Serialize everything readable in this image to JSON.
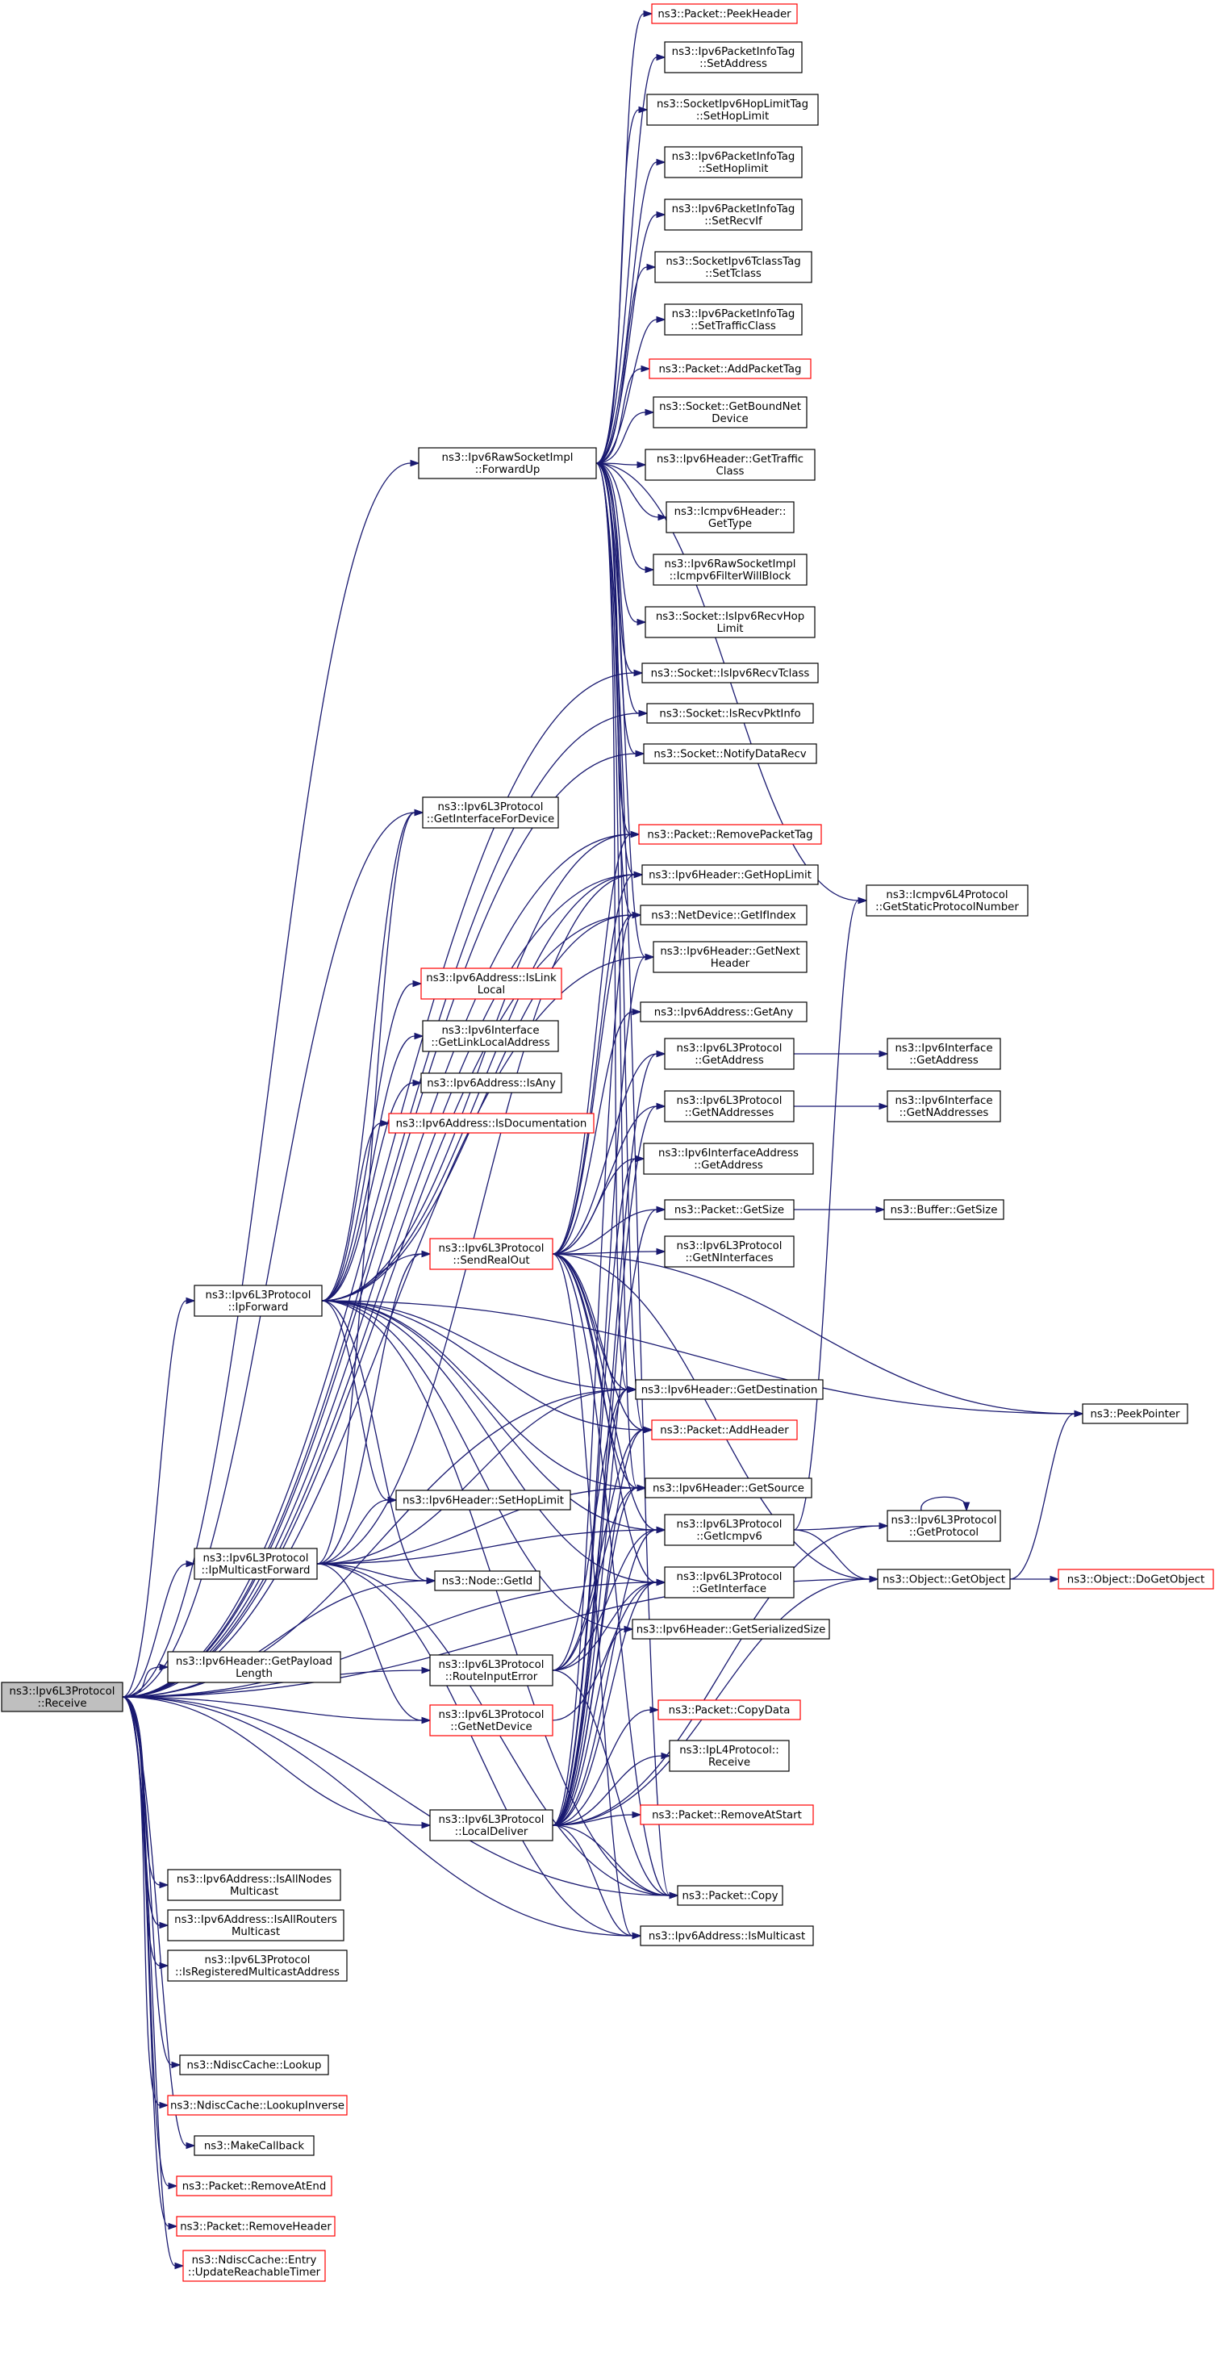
{
  "colors": {
    "edge": "#191970",
    "external_border": "#ff0000",
    "normal_border": "#000000",
    "root_fill": "#bfbfbf"
  },
  "nodes": [
    {
      "id": "receive",
      "lines": [
        "ns3::Ipv6L3Protocol",
        "::Receive"
      ],
      "style": "root"
    },
    {
      "id": "forwardup",
      "lines": [
        "ns3::Ipv6RawSocketImpl",
        "::ForwardUp"
      ],
      "style": "normal"
    },
    {
      "id": "ipforward",
      "lines": [
        "ns3::Ipv6L3Protocol",
        "::IpForward"
      ],
      "style": "normal"
    },
    {
      "id": "ipmcast",
      "lines": [
        "ns3::Ipv6L3Protocol",
        "::IpMulticastForward"
      ],
      "style": "normal"
    },
    {
      "id": "getpayload",
      "lines": [
        "ns3::Ipv6Header::GetPayload",
        "Length"
      ],
      "style": "normal"
    },
    {
      "id": "localdeliver",
      "lines": [
        "ns3::Ipv6L3Protocol",
        "::LocalDeliver"
      ],
      "style": "normal"
    },
    {
      "id": "allnodes",
      "lines": [
        "ns3::Ipv6Address::IsAllNodes",
        "Multicast"
      ],
      "style": "normal"
    },
    {
      "id": "allrouters",
      "lines": [
        "ns3::Ipv6Address::IsAllRouters",
        "Multicast"
      ],
      "style": "normal"
    },
    {
      "id": "regmcast",
      "lines": [
        "ns3::Ipv6L3Protocol",
        "::IsRegisteredMulticastAddress"
      ],
      "style": "normal"
    },
    {
      "id": "lookup",
      "lines": [
        "ns3::NdiscCache::Lookup"
      ],
      "style": "normal"
    },
    {
      "id": "lookupinv",
      "lines": [
        "ns3::NdiscCache::LookupInverse"
      ],
      "style": "red"
    },
    {
      "id": "makecb",
      "lines": [
        "ns3::MakeCallback"
      ],
      "style": "normal"
    },
    {
      "id": "removeatend",
      "lines": [
        "ns3::Packet::RemoveAtEnd"
      ],
      "style": "red"
    },
    {
      "id": "removeheader",
      "lines": [
        "ns3::Packet::RemoveHeader"
      ],
      "style": "red"
    },
    {
      "id": "updreach",
      "lines": [
        "ns3::NdiscCache::Entry",
        "::UpdateReachableTimer"
      ],
      "style": "red"
    },
    {
      "id": "getifacefordev",
      "lines": [
        "ns3::Ipv6L3Protocol",
        "::GetInterfaceForDevice"
      ],
      "style": "normal"
    },
    {
      "id": "islinklocal",
      "lines": [
        "ns3::Ipv6Address::IsLink",
        "Local"
      ],
      "style": "red"
    },
    {
      "id": "getlinklocal",
      "lines": [
        "ns3::Ipv6Interface",
        "::GetLinkLocalAddress"
      ],
      "style": "normal"
    },
    {
      "id": "isany",
      "lines": [
        "ns3::Ipv6Address::IsAny"
      ],
      "style": "normal"
    },
    {
      "id": "isdoc",
      "lines": [
        "ns3::Ipv6Address::IsDocumentation"
      ],
      "style": "red"
    },
    {
      "id": "sendrealout",
      "lines": [
        "ns3::Ipv6L3Protocol",
        "::SendRealOut"
      ],
      "style": "red"
    },
    {
      "id": "sethoplimit",
      "lines": [
        "ns3::Ipv6Header::SetHopLimit"
      ],
      "style": "normal"
    },
    {
      "id": "nodegetid",
      "lines": [
        "ns3::Node::GetId"
      ],
      "style": "normal"
    },
    {
      "id": "routeinerr",
      "lines": [
        "ns3::Ipv6L3Protocol",
        "::RouteInputError"
      ],
      "style": "normal"
    },
    {
      "id": "getnetdev",
      "lines": [
        "ns3::Ipv6L3Protocol",
        "::GetNetDevice"
      ],
      "style": "red"
    },
    {
      "id": "peekheader",
      "lines": [
        "ns3::Packet::PeekHeader"
      ],
      "style": "red"
    },
    {
      "id": "pit_setaddr",
      "lines": [
        "ns3::Ipv6PacketInfoTag",
        "::SetAddress"
      ],
      "style": "normal"
    },
    {
      "id": "hoplimittag",
      "lines": [
        "ns3::SocketIpv6HopLimitTag",
        "::SetHopLimit"
      ],
      "style": "normal"
    },
    {
      "id": "pit_sethop",
      "lines": [
        "ns3::Ipv6PacketInfoTag",
        "::SetHoplimit"
      ],
      "style": "normal"
    },
    {
      "id": "pit_setrecvif",
      "lines": [
        "ns3::Ipv6PacketInfoTag",
        "::SetRecvIf"
      ],
      "style": "normal"
    },
    {
      "id": "tclasstag",
      "lines": [
        "ns3::SocketIpv6TclassTag",
        "::SetTclass"
      ],
      "style": "normal"
    },
    {
      "id": "pit_settc",
      "lines": [
        "ns3::Ipv6PacketInfoTag",
        "::SetTrafficClass"
      ],
      "style": "normal"
    },
    {
      "id": "addpackettag",
      "lines": [
        "ns3::Packet::AddPacketTag"
      ],
      "style": "red"
    },
    {
      "id": "getboundnet",
      "lines": [
        "ns3::Socket::GetBoundNet",
        "Device"
      ],
      "style": "normal"
    },
    {
      "id": "gettraffic",
      "lines": [
        "ns3::Ipv6Header::GetTraffic",
        "Class"
      ],
      "style": "normal"
    },
    {
      "id": "icmpgettype",
      "lines": [
        "ns3::Icmpv6Header::",
        "GetType"
      ],
      "style": "normal"
    },
    {
      "id": "icmpfilter",
      "lines": [
        "ns3::Ipv6RawSocketImpl",
        "::Icmpv6FilterWillBlock"
      ],
      "style": "normal"
    },
    {
      "id": "isrecvhop",
      "lines": [
        "ns3::Socket::IsIpv6RecvHop",
        "Limit"
      ],
      "style": "normal"
    },
    {
      "id": "isrecvtclass",
      "lines": [
        "ns3::Socket::IsIpv6RecvTclass"
      ],
      "style": "normal"
    },
    {
      "id": "isrecvpkt",
      "lines": [
        "ns3::Socket::IsRecvPktInfo"
      ],
      "style": "normal"
    },
    {
      "id": "notifydata",
      "lines": [
        "ns3::Socket::NotifyDataRecv"
      ],
      "style": "normal"
    },
    {
      "id": "removepackettag",
      "lines": [
        "ns3::Packet::RemovePacketTag"
      ],
      "style": "red"
    },
    {
      "id": "gethoplimit",
      "lines": [
        "ns3::Ipv6Header::GetHopLimit"
      ],
      "style": "normal"
    },
    {
      "id": "getifindex",
      "lines": [
        "ns3::NetDevice::GetIfIndex"
      ],
      "style": "normal"
    },
    {
      "id": "getnext",
      "lines": [
        "ns3::Ipv6Header::GetNext",
        "Header"
      ],
      "style": "normal"
    },
    {
      "id": "getany",
      "lines": [
        "ns3::Ipv6Address::GetAny"
      ],
      "style": "normal"
    },
    {
      "id": "l3getaddr",
      "lines": [
        "ns3::Ipv6L3Protocol",
        "::GetAddress"
      ],
      "style": "normal"
    },
    {
      "id": "l3getnaddr",
      "lines": [
        "ns3::Ipv6L3Protocol",
        "::GetNAddresses"
      ],
      "style": "normal"
    },
    {
      "id": "ifaddrget",
      "lines": [
        "ns3::Ipv6InterfaceAddress",
        "::GetAddress"
      ],
      "style": "normal"
    },
    {
      "id": "pktgetsize",
      "lines": [
        "ns3::Packet::GetSize"
      ],
      "style": "normal"
    },
    {
      "id": "getnifaces",
      "lines": [
        "ns3::Ipv6L3Protocol",
        "::GetNInterfaces"
      ],
      "style": "normal"
    },
    {
      "id": "getdest",
      "lines": [
        "ns3::Ipv6Header::GetDestination"
      ],
      "style": "normal"
    },
    {
      "id": "addheader",
      "lines": [
        "ns3::Packet::AddHeader"
      ],
      "style": "red"
    },
    {
      "id": "getsource",
      "lines": [
        "ns3::Ipv6Header::GetSource"
      ],
      "style": "normal"
    },
    {
      "id": "geticmpv6",
      "lines": [
        "ns3::Ipv6L3Protocol",
        "::GetIcmpv6"
      ],
      "style": "normal"
    },
    {
      "id": "getiface",
      "lines": [
        "ns3::Ipv6L3Protocol",
        "::GetInterface"
      ],
      "style": "normal"
    },
    {
      "id": "getsersize",
      "lines": [
        "ns3::Ipv6Header::GetSerializedSize"
      ],
      "style": "normal"
    },
    {
      "id": "copydata",
      "lines": [
        "ns3::Packet::CopyData"
      ],
      "style": "red"
    },
    {
      "id": "ipl4recv",
      "lines": [
        "ns3::IpL4Protocol::",
        "Receive"
      ],
      "style": "normal"
    },
    {
      "id": "removeatstart",
      "lines": [
        "ns3::Packet::RemoveAtStart"
      ],
      "style": "red"
    },
    {
      "id": "pktcopy",
      "lines": [
        "ns3::Packet::Copy"
      ],
      "style": "normal"
    },
    {
      "id": "ismcast",
      "lines": [
        "ns3::Ipv6Address::IsMulticast"
      ],
      "style": "normal"
    },
    {
      "id": "icmpstatic",
      "lines": [
        "ns3::Icmpv6L4Protocol",
        "::GetStaticProtocolNumber"
      ],
      "style": "normal"
    },
    {
      "id": "ifgetaddr",
      "lines": [
        "ns3::Ipv6Interface",
        "::GetAddress"
      ],
      "style": "normal"
    },
    {
      "id": "ifgetnaddr",
      "lines": [
        "ns3::Ipv6Interface",
        "::GetNAddresses"
      ],
      "style": "normal"
    },
    {
      "id": "buffersize",
      "lines": [
        "ns3::Buffer::GetSize"
      ],
      "style": "normal"
    },
    {
      "id": "ipv6getproto",
      "lines": [
        "ns3::Ipv6L3Protocol",
        "::GetProtocol"
      ],
      "style": "normal"
    },
    {
      "id": "objgetobj",
      "lines": [
        "ns3::Object::GetObject"
      ],
      "style": "normal"
    },
    {
      "id": "peekptr",
      "lines": [
        "ns3::PeekPointer"
      ],
      "style": "normal"
    },
    {
      "id": "dogetobj",
      "lines": [
        "ns3::Object::DoGetObject"
      ],
      "style": "red"
    }
  ],
  "edges": [
    [
      "receive",
      "forwardup"
    ],
    [
      "receive",
      "ipforward"
    ],
    [
      "receive",
      "ipmcast"
    ],
    [
      "receive",
      "getpayload"
    ],
    [
      "receive",
      "localdeliver"
    ],
    [
      "receive",
      "allnodes"
    ],
    [
      "receive",
      "allrouters"
    ],
    [
      "receive",
      "regmcast"
    ],
    [
      "receive",
      "lookup"
    ],
    [
      "receive",
      "lookupinv"
    ],
    [
      "receive",
      "makecb"
    ],
    [
      "receive",
      "removeatend"
    ],
    [
      "receive",
      "removeheader"
    ],
    [
      "receive",
      "updreach"
    ],
    [
      "receive",
      "getifacefordev"
    ],
    [
      "receive",
      "routeinerr"
    ],
    [
      "receive",
      "getnetdev"
    ],
    [
      "receive",
      "nodegetid"
    ],
    [
      "receive",
      "ismcast"
    ],
    [
      "receive",
      "pktcopy"
    ],
    [
      "receive",
      "objgetobj"
    ],
    [
      "receive",
      "getdest"
    ],
    [
      "receive",
      "getiface"
    ],
    [
      "receive",
      "gethoplimit"
    ],
    [
      "receive",
      "getifindex"
    ],
    [
      "receive",
      "getnext"
    ],
    [
      "receive",
      "removepackettag"
    ],
    [
      "receive",
      "notifydata"
    ],
    [
      "receive",
      "isrecvpkt"
    ],
    [
      "receive",
      "isrecvtclass"
    ],
    [
      "forwardup",
      "peekheader"
    ],
    [
      "forwardup",
      "pit_setaddr"
    ],
    [
      "forwardup",
      "hoplimittag"
    ],
    [
      "forwardup",
      "pit_sethop"
    ],
    [
      "forwardup",
      "pit_setrecvif"
    ],
    [
      "forwardup",
      "tclasstag"
    ],
    [
      "forwardup",
      "pit_settc"
    ],
    [
      "forwardup",
      "addpackettag"
    ],
    [
      "forwardup",
      "getboundnet"
    ],
    [
      "forwardup",
      "gettraffic"
    ],
    [
      "forwardup",
      "icmpgettype"
    ],
    [
      "forwardup",
      "icmpfilter"
    ],
    [
      "forwardup",
      "isrecvhop"
    ],
    [
      "forwardup",
      "isrecvtclass"
    ],
    [
      "forwardup",
      "isrecvpkt"
    ],
    [
      "forwardup",
      "notifydata"
    ],
    [
      "forwardup",
      "removepackettag"
    ],
    [
      "forwardup",
      "gethoplimit"
    ],
    [
      "forwardup",
      "getifindex"
    ],
    [
      "forwardup",
      "getnext"
    ],
    [
      "forwardup",
      "icmpstatic"
    ],
    [
      "forwardup",
      "getdest"
    ],
    [
      "forwardup",
      "addheader"
    ],
    [
      "forwardup",
      "getsource"
    ],
    [
      "forwardup",
      "pktcopy"
    ],
    [
      "ipforward",
      "getifacefordev"
    ],
    [
      "ipforward",
      "islinklocal"
    ],
    [
      "ipforward",
      "getlinklocal"
    ],
    [
      "ipforward",
      "isany"
    ],
    [
      "ipforward",
      "isdoc"
    ],
    [
      "ipforward",
      "sendrealout"
    ],
    [
      "ipforward",
      "sethoplimit"
    ],
    [
      "ipforward",
      "nodegetid"
    ],
    [
      "ipforward",
      "gethoplimit"
    ],
    [
      "ipforward",
      "getdest"
    ],
    [
      "ipforward",
      "addheader"
    ],
    [
      "ipforward",
      "getsource"
    ],
    [
      "ipforward",
      "geticmpv6"
    ],
    [
      "ipforward",
      "getiface"
    ],
    [
      "ipforward",
      "pktcopy"
    ],
    [
      "ipforward",
      "removepackettag"
    ],
    [
      "ipforward",
      "peekptr"
    ],
    [
      "ipforward",
      "getifindex"
    ],
    [
      "ipforward",
      "getsersize"
    ],
    [
      "ipmcast",
      "getifacefordev"
    ],
    [
      "ipmcast",
      "sendrealout"
    ],
    [
      "ipmcast",
      "sethoplimit"
    ],
    [
      "ipmcast",
      "nodegetid"
    ],
    [
      "ipmcast",
      "gethoplimit"
    ],
    [
      "ipmcast",
      "getdest"
    ],
    [
      "ipmcast",
      "geticmpv6"
    ],
    [
      "ipmcast",
      "getsource"
    ],
    [
      "ipmcast",
      "pktcopy"
    ],
    [
      "ipmcast",
      "ismcast"
    ],
    [
      "ipmcast",
      "getnetdev"
    ],
    [
      "localdeliver",
      "ipl4recv"
    ],
    [
      "localdeliver",
      "copydata"
    ],
    [
      "localdeliver",
      "removeatstart"
    ],
    [
      "localdeliver",
      "pktcopy"
    ],
    [
      "localdeliver",
      "ismcast"
    ],
    [
      "localdeliver",
      "objgetobj"
    ],
    [
      "localdeliver",
      "getdest"
    ],
    [
      "localdeliver",
      "getsource"
    ],
    [
      "localdeliver",
      "geticmpv6"
    ],
    [
      "localdeliver",
      "getiface"
    ],
    [
      "localdeliver",
      "getnext"
    ],
    [
      "localdeliver",
      "pktgetsize"
    ],
    [
      "localdeliver",
      "addheader"
    ],
    [
      "localdeliver",
      "ipv6getproto"
    ],
    [
      "localdeliver",
      "getsersize"
    ],
    [
      "localdeliver",
      "l3getaddr"
    ],
    [
      "localdeliver",
      "l3getnaddr"
    ],
    [
      "localdeliver",
      "ifaddrget"
    ],
    [
      "localdeliver",
      "getifindex"
    ],
    [
      "sendrealout",
      "getany"
    ],
    [
      "sendrealout",
      "l3getaddr"
    ],
    [
      "sendrealout",
      "l3getnaddr"
    ],
    [
      "sendrealout",
      "ifaddrget"
    ],
    [
      "sendrealout",
      "pktgetsize"
    ],
    [
      "sendrealout",
      "getnifaces"
    ],
    [
      "sendrealout",
      "getdest"
    ],
    [
      "sendrealout",
      "addheader"
    ],
    [
      "sendrealout",
      "getsource"
    ],
    [
      "sendrealout",
      "geticmpv6"
    ],
    [
      "sendrealout",
      "getiface"
    ],
    [
      "sendrealout",
      "pktcopy"
    ],
    [
      "sendrealout",
      "objgetobj"
    ],
    [
      "sendrealout",
      "ismcast"
    ],
    [
      "sendrealout",
      "peekptr"
    ],
    [
      "sendrealout",
      "getifindex"
    ],
    [
      "sendrealout",
      "gethoplimit"
    ],
    [
      "sendrealout",
      "removepackettag"
    ],
    [
      "routeinerr",
      "getdest"
    ],
    [
      "routeinerr",
      "getsource"
    ],
    [
      "routeinerr",
      "geticmpv6"
    ],
    [
      "routeinerr",
      "getiface"
    ],
    [
      "routeinerr",
      "pktcopy"
    ],
    [
      "routeinerr",
      "addheader"
    ],
    [
      "getnetdev",
      "getiface"
    ],
    [
      "l3getaddr",
      "ifgetaddr"
    ],
    [
      "l3getnaddr",
      "ifgetnaddr"
    ],
    [
      "pktgetsize",
      "buffersize"
    ],
    [
      "geticmpv6",
      "icmpstatic"
    ],
    [
      "geticmpv6",
      "ipv6getproto"
    ],
    [
      "geticmpv6",
      "objgetobj"
    ],
    [
      "ipv6getproto",
      "ipv6getproto"
    ],
    [
      "objgetobj",
      "peekptr"
    ],
    [
      "objgetobj",
      "dogetobj"
    ]
  ]
}
